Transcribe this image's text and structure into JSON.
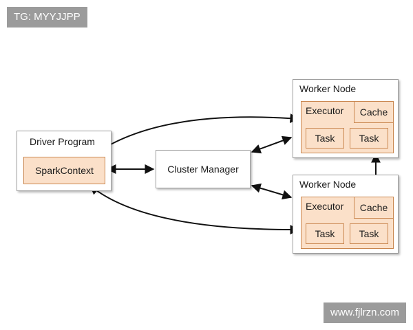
{
  "watermarks": {
    "top": "TG: MYYJJPP",
    "bottom": "www.fjlrzn.com"
  },
  "driver": {
    "title": "Driver Program",
    "spark_context": "SparkContext"
  },
  "cluster_manager": {
    "label": "Cluster Manager"
  },
  "worker_nodes": [
    {
      "title": "Worker Node",
      "executor": "Executor",
      "cache": "Cache",
      "tasks": [
        "Task",
        "Task"
      ]
    },
    {
      "title": "Worker Node",
      "executor": "Executor",
      "cache": "Cache",
      "tasks": [
        "Task",
        "Task"
      ]
    }
  ],
  "colors": {
    "component_fill": "#fbe0c9",
    "component_border": "#c9864e",
    "box_border": "#9c9c9c",
    "arrow": "#111111",
    "watermark_bg": "#9b9b9b"
  }
}
